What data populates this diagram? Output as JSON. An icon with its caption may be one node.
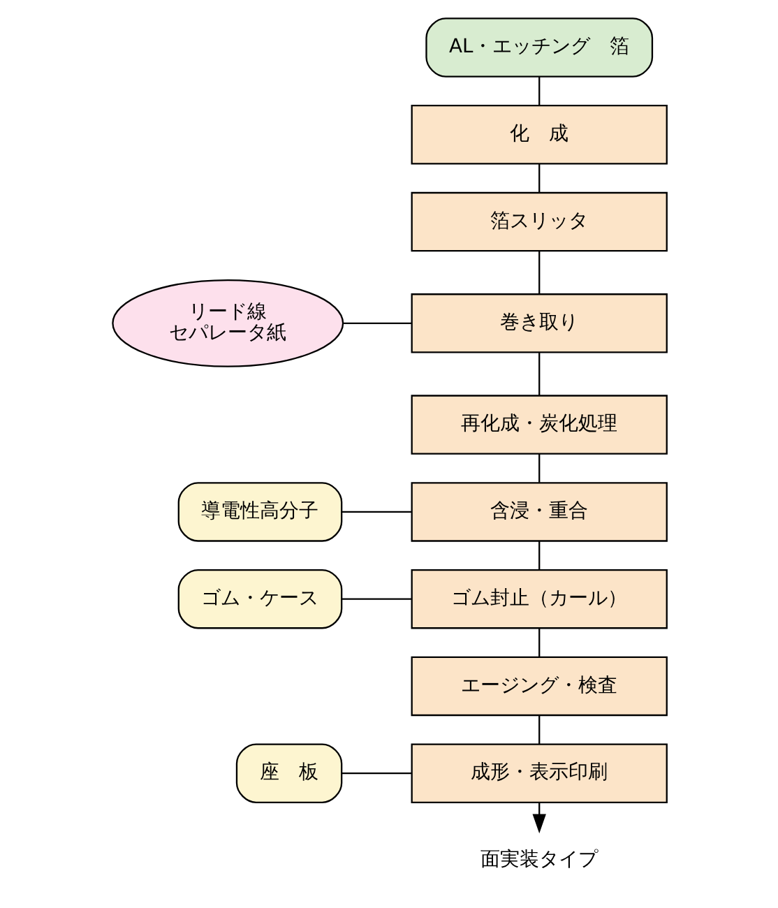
{
  "diagram": {
    "nodes": [
      {
        "text": [
          "AL・エッチング　箔"
        ]
      },
      {
        "text": [
          "化　成"
        ]
      },
      {
        "text": [
          "箔スリッタ"
        ]
      },
      {
        "text": [
          "巻き取り"
        ]
      },
      {
        "text": [
          "再化成・炭化処理"
        ]
      },
      {
        "text": [
          "含浸・重合"
        ]
      },
      {
        "text": [
          "ゴム封止（カール）"
        ]
      },
      {
        "text": [
          "エージング・検査"
        ]
      },
      {
        "text": [
          "成形・表示印刷"
        ]
      },
      {
        "text": [
          "リード線",
          "セパレータ紙"
        ]
      },
      {
        "text": [
          "導電性高分子"
        ]
      },
      {
        "text": [
          "ゴム・ケース"
        ]
      },
      {
        "text": [
          "座　板"
        ]
      },
      {
        "text": [
          "面実装タイプ"
        ]
      }
    ],
    "edges": [
      {
        "from": 0,
        "to": 1,
        "arrow": "none"
      },
      {
        "from": 1,
        "to": 2,
        "arrow": "none"
      },
      {
        "from": 2,
        "to": 3,
        "arrow": "none"
      },
      {
        "from": 9,
        "to": 3,
        "arrow": "none"
      },
      {
        "from": 3,
        "to": 4,
        "arrow": "none"
      },
      {
        "from": 4,
        "to": 5,
        "arrow": "none"
      },
      {
        "from": 10,
        "to": 5,
        "arrow": "none"
      },
      {
        "from": 5,
        "to": 6,
        "arrow": "none"
      },
      {
        "from": 11,
        "to": 6,
        "arrow": "none"
      },
      {
        "from": 6,
        "to": 7,
        "arrow": "none"
      },
      {
        "from": 7,
        "to": 8,
        "arrow": "none"
      },
      {
        "from": 12,
        "to": 8,
        "arrow": "none"
      },
      {
        "from": 8,
        "to": 13,
        "arrow": "to"
      }
    ]
  }
}
